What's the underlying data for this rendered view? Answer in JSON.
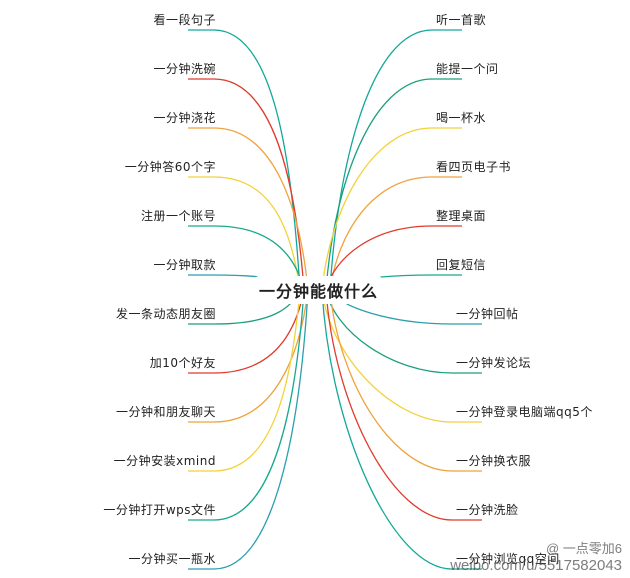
{
  "center": "一分钟能做什么",
  "left_branches": [
    {
      "label": "看一段句子",
      "color": "#14a89a"
    },
    {
      "label": "一分钟洗碗",
      "color": "#e03b2c"
    },
    {
      "label": "一分钟浇花",
      "color": "#f0a23a"
    },
    {
      "label": "一分钟答60个字",
      "color": "#f3d23a"
    },
    {
      "label": "注册一个账号",
      "color": "#17a98c"
    },
    {
      "label": "一分钟取款",
      "color": "#2a9fb0"
    },
    {
      "label": "发一条动态朋友圈",
      "color": "#1aa07e"
    },
    {
      "label": "加10个好友",
      "color": "#e03b2c"
    },
    {
      "label": "一分钟和朋友聊天",
      "color": "#f0a23a"
    },
    {
      "label": "一分钟安装xmind",
      "color": "#f3d23a"
    },
    {
      "label": "一分钟打开wps文件",
      "color": "#17a98c"
    },
    {
      "label": "一分钟买一瓶水",
      "color": "#2a9fb0"
    }
  ],
  "right_branches": [
    {
      "label": "听一首歌",
      "color": "#14a89a"
    },
    {
      "label": "能提一个问",
      "color": "#1aa07e"
    },
    {
      "label": "喝一杯水",
      "color": "#f3d23a"
    },
    {
      "label": "看四页电子书",
      "color": "#f0a23a"
    },
    {
      "label": "整理桌面",
      "color": "#e03b2c"
    },
    {
      "label": "回复短信",
      "color": "#17a98c"
    },
    {
      "label": "一分钟回帖",
      "color": "#2a9fb0"
    },
    {
      "label": "一分钟发论坛",
      "color": "#1aa07e"
    },
    {
      "label": "一分钟登录电脑端qq5个",
      "color": "#f3d23a"
    },
    {
      "label": "一分钟换衣服",
      "color": "#f0a23a"
    },
    {
      "label": "一分钟洗脸",
      "color": "#e03b2c"
    },
    {
      "label": "一分钟浏览qq空间",
      "color": "#14a89a"
    }
  ],
  "watermark": {
    "handle": "@ 一点零加6",
    "url": "weibo.com/u/5517582043"
  }
}
